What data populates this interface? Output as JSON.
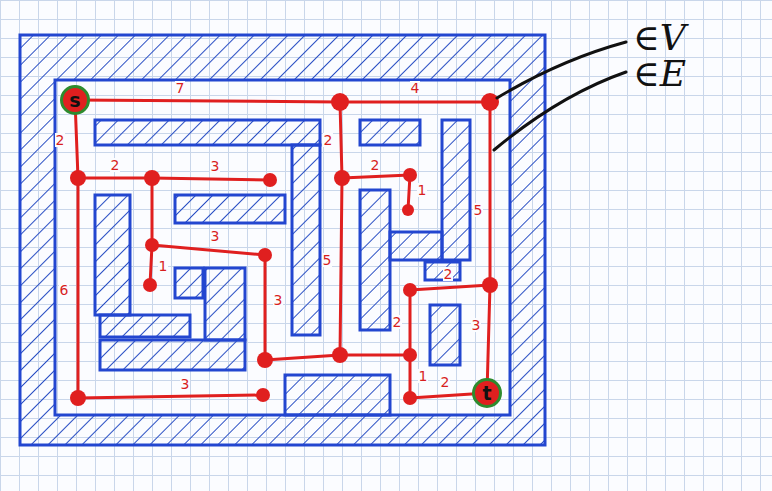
{
  "diagram": {
    "nodes": [
      {
        "text": [
          "s"
        ]
      },
      {
        "text": [
          "t"
        ]
      }
    ],
    "labels": [
      "7",
      "4",
      "∈V",
      "∈E",
      "2",
      "2",
      "2",
      "2",
      "3",
      "1",
      "5",
      "3",
      "5",
      "1",
      "2",
      "6",
      "3",
      "2",
      "3",
      "1",
      "3",
      "2"
    ]
  }
}
